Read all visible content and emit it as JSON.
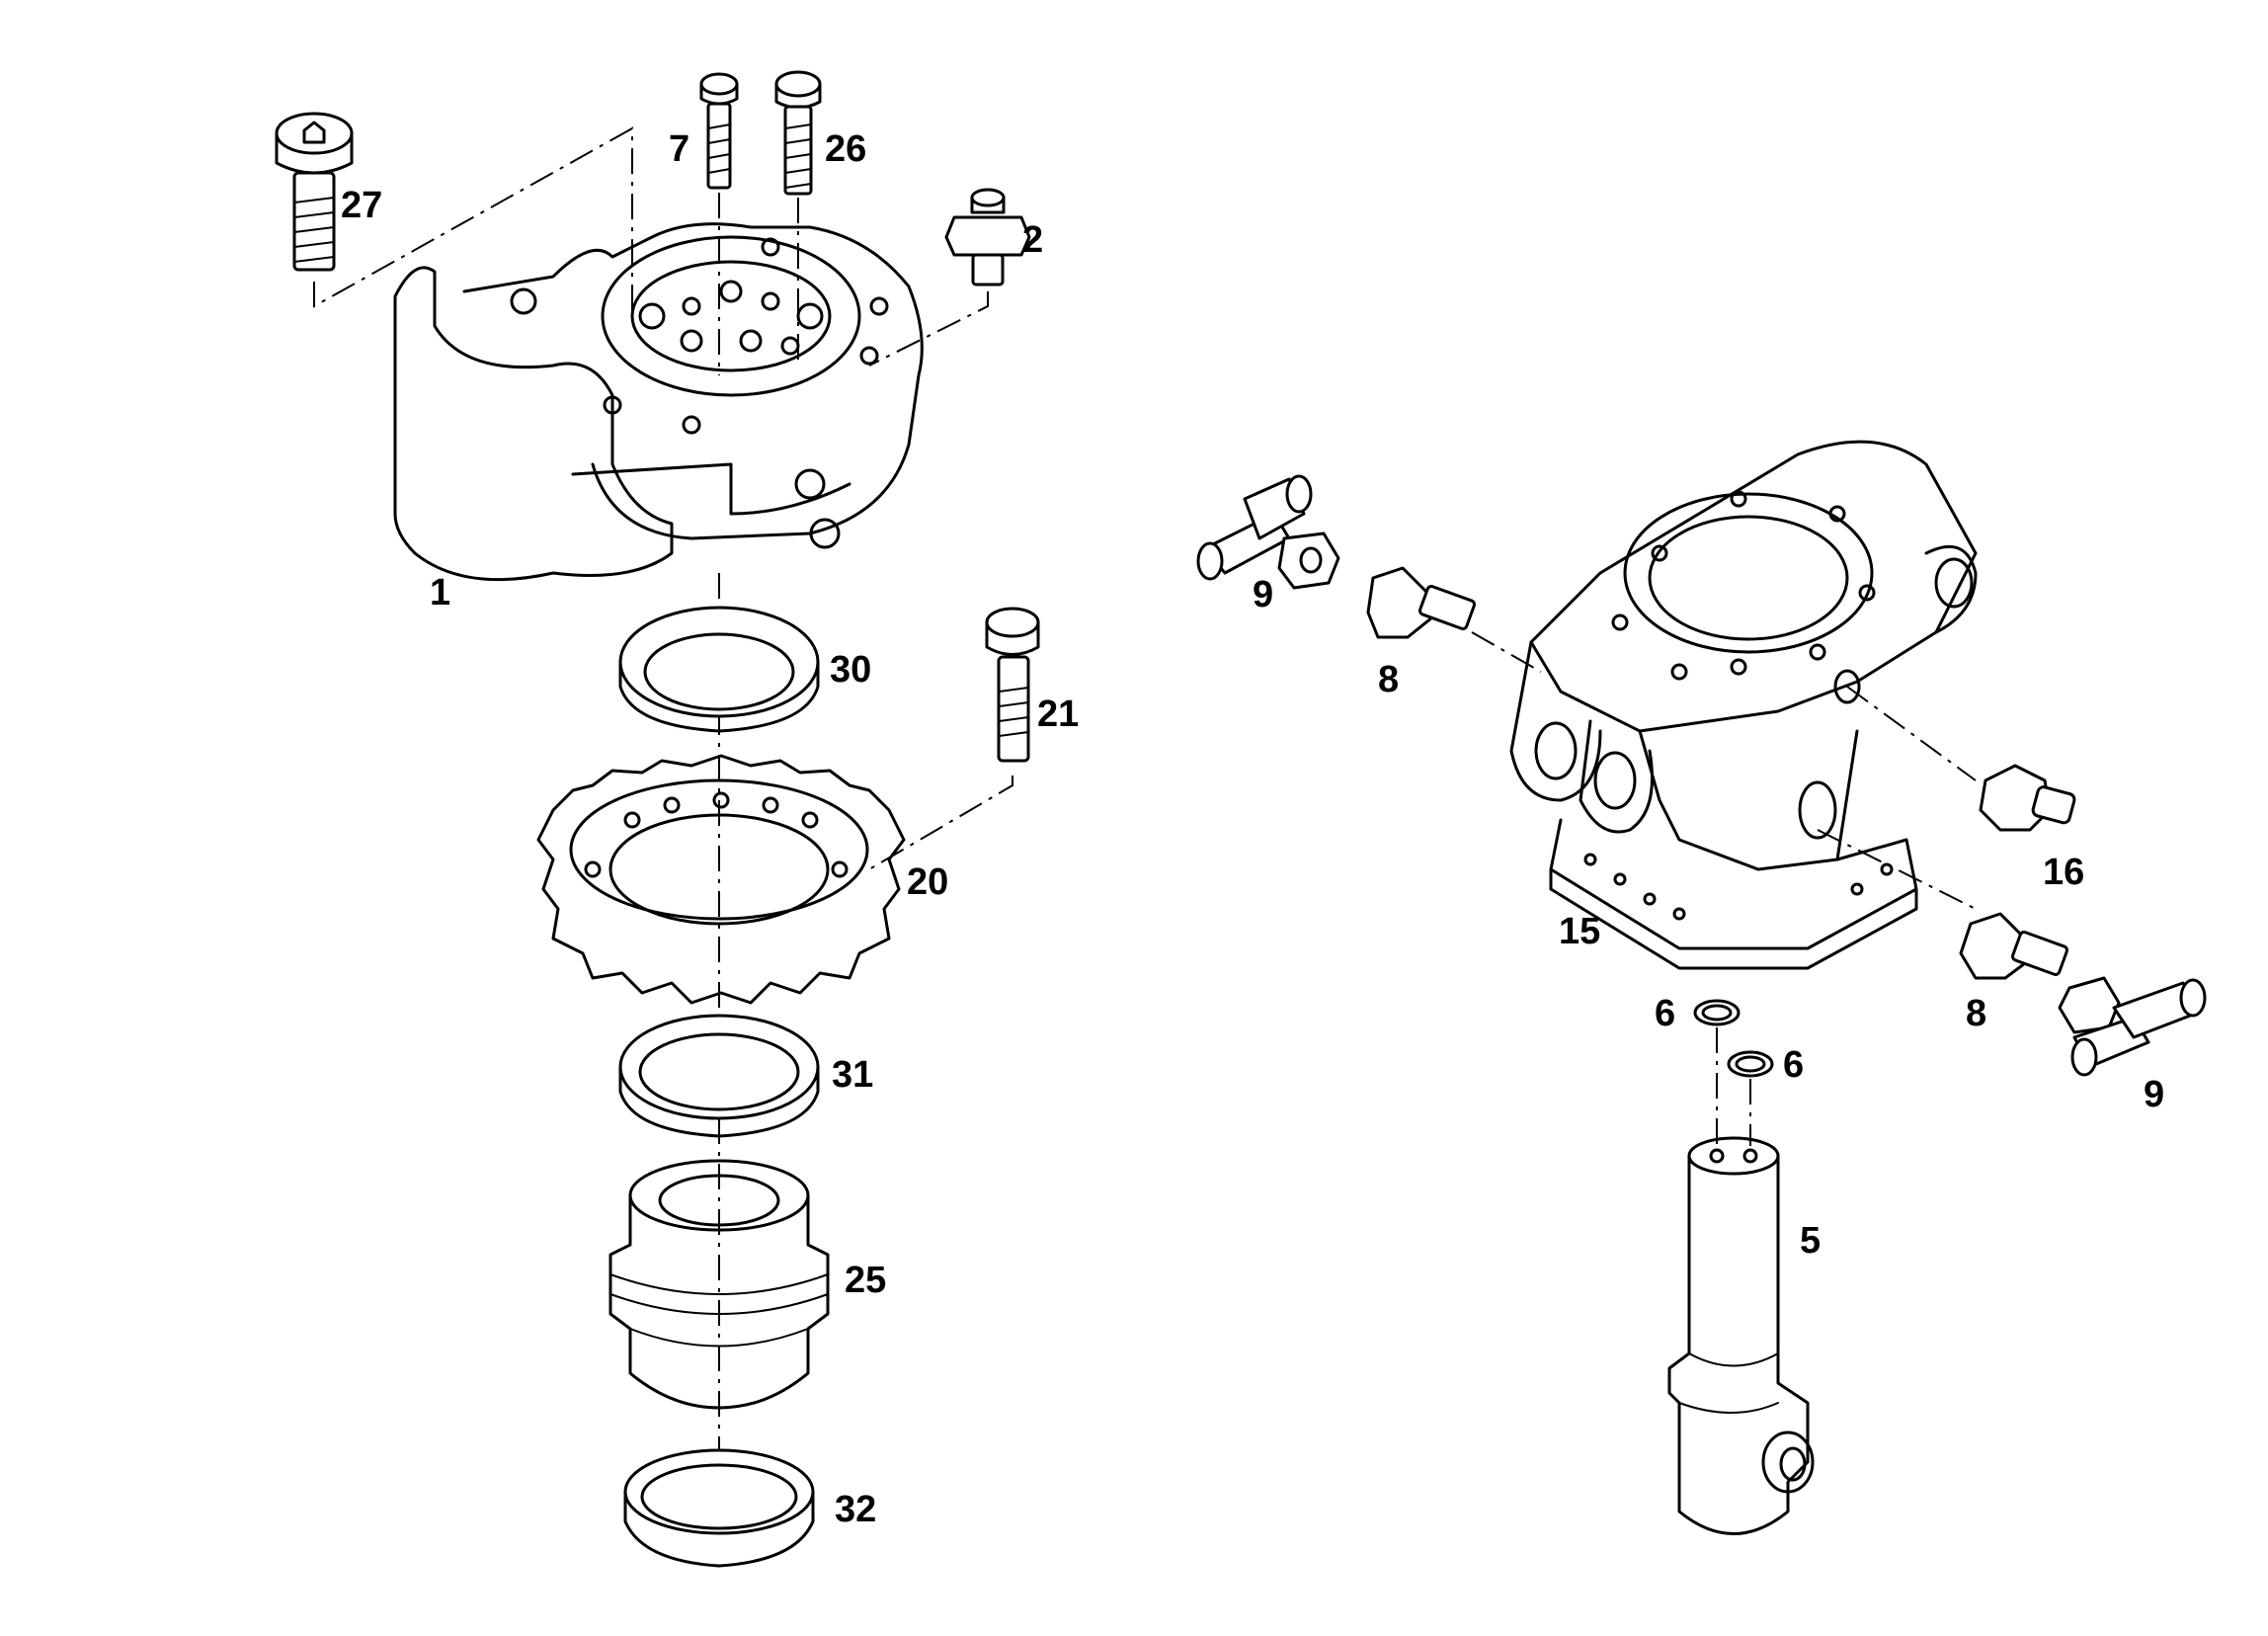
{
  "callouts": {
    "c27": "27",
    "c7": "7",
    "c26": "26",
    "c2": "2",
    "c1": "1",
    "c30": "30",
    "c21": "21",
    "c20": "20",
    "c31": "31",
    "c25": "25",
    "c32": "32",
    "c9a": "9",
    "c8a": "8",
    "c16": "16",
    "c15": "15",
    "c8b": "8",
    "c9b": "9",
    "c6a": "6",
    "c6b": "6",
    "c5": "5"
  },
  "colors": {
    "line": "#000000",
    "background": "#ffffff"
  }
}
